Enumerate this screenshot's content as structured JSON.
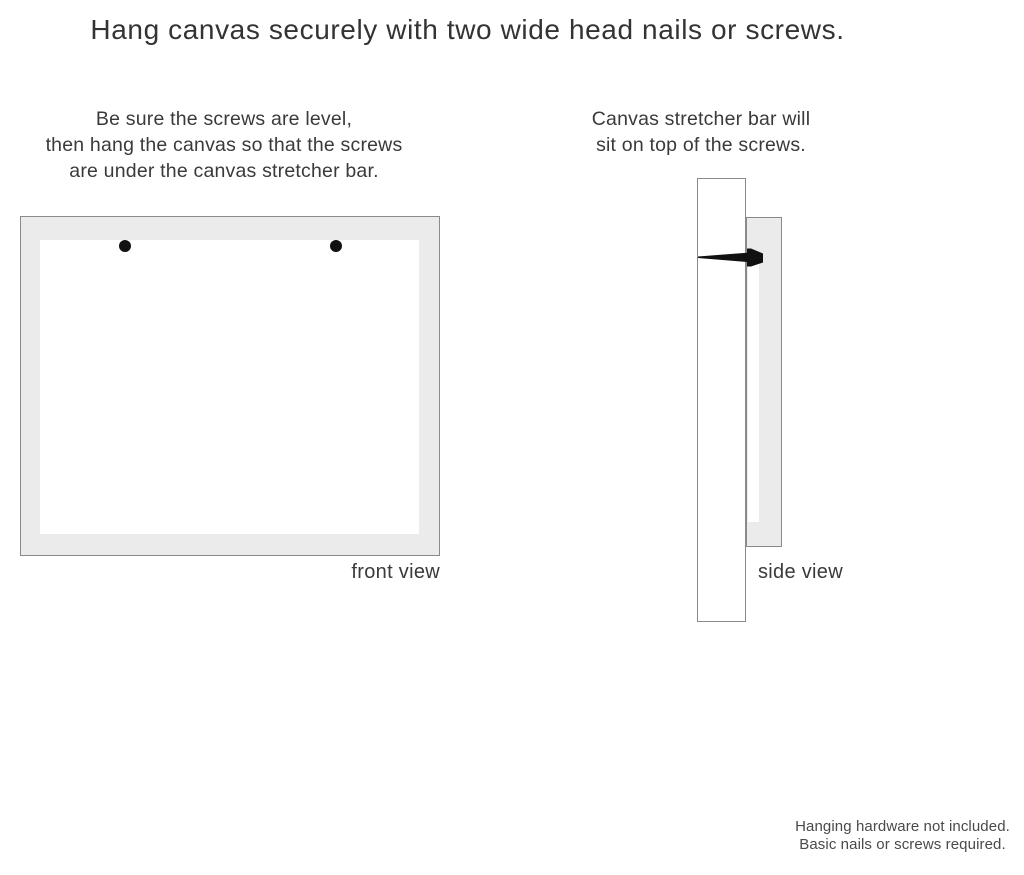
{
  "title": "Hang canvas securely with two wide head nails or screws.",
  "instructions": {
    "left_lines": [
      "Be sure the screws are level,",
      "then hang the canvas so that the screws",
      "are under the canvas stretcher bar."
    ],
    "right_lines": [
      "Canvas stretcher bar will",
      "sit on top of the screws."
    ]
  },
  "front_view": {
    "label": "front view",
    "nail_count": 2
  },
  "side_view": {
    "label": "side view"
  },
  "footnote_lines": [
    "Hanging hardware not included.",
    "Basic nails or screws required."
  ],
  "colors": {
    "background": "#ffffff",
    "canvas_frame_fill": "#ebebeb",
    "canvas_border": "#8a8a8a",
    "canvas_inner": "#ffffff",
    "nail_color": "#111111",
    "text_dark": "#333333",
    "text_body": "#3a3a3a",
    "text_footnote": "#4a4a4a"
  }
}
